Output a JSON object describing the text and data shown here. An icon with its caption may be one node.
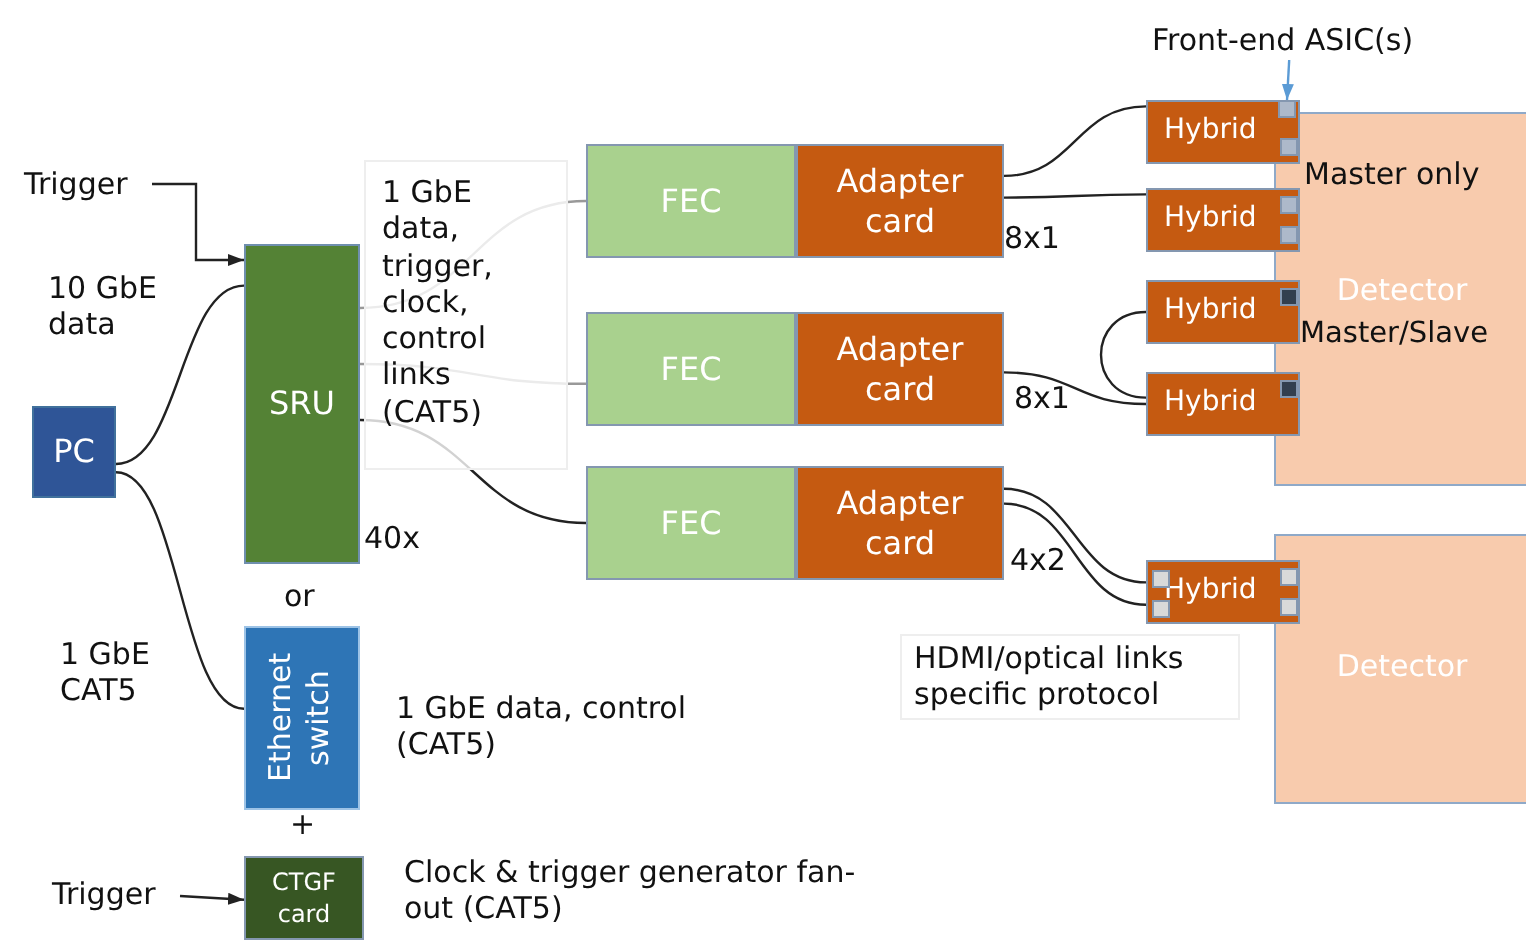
{
  "diagram": {
    "nodes": [
      {
        "text": [
          "PC"
        ]
      },
      {
        "text": [
          "SRU"
        ]
      },
      {
        "text": [
          "Ethernet switch"
        ]
      },
      {
        "text": [
          "CTGF card"
        ]
      },
      {
        "text": [
          "Trigger"
        ]
      },
      {
        "text": [
          "Trigger"
        ]
      },
      {
        "text": [
          "FEC"
        ]
      },
      {
        "text": [
          "Adapter card"
        ]
      },
      {
        "text": [
          "FEC"
        ]
      },
      {
        "text": [
          "Adapter card"
        ]
      },
      {
        "text": [
          "FEC"
        ]
      },
      {
        "text": [
          "Adapter card"
        ]
      },
      {
        "text": [
          "Master only",
          "Detector",
          "Master/Slave"
        ]
      },
      {
        "text": [
          "Hybrid"
        ]
      },
      {
        "text": [
          "Hybrid"
        ]
      },
      {
        "text": [
          "Hybrid"
        ]
      },
      {
        "text": [
          "Hybrid"
        ]
      },
      {
        "text": [
          "Detector"
        ]
      },
      {
        "text": [
          "Hybrid"
        ]
      },
      {
        "text": [
          "Front-end ASIC(s)"
        ]
      },
      {
        "text": [],
        "shape": "box",
        "in": 13
      }
    ],
    "edges": [
      {
        "from": 0,
        "to": 1,
        "arrow": "none"
      },
      {
        "from": 0,
        "to": 2,
        "arrow": "none"
      },
      {
        "from": 4,
        "to": 1,
        "arrow": "to"
      },
      {
        "from": 1,
        "to": 6,
        "arrow": "none",
        "color": "#999999"
      },
      {
        "from": 1,
        "to": 8,
        "arrow": "none",
        "color": "#999999"
      },
      {
        "from": 1,
        "to": 10,
        "arrow": "none"
      },
      {
        "from": 7,
        "to": 13,
        "arrow": "none"
      },
      {
        "from": 7,
        "to": 14,
        "arrow": "none"
      },
      {
        "from": 9,
        "to": 16,
        "arrow": "none"
      },
      {
        "from": 15,
        "to": 16,
        "arrow": "none"
      },
      {
        "from": 11,
        "to": 18,
        "arrow": "none"
      },
      {
        "from": 11,
        "to": 18,
        "arrow": "none"
      },
      {
        "from": 19,
        "to": 20,
        "arrow": "to",
        "color": "#5b9bd5"
      },
      {
        "from": 5,
        "to": 3,
        "arrow": "to"
      }
    ],
    "labels": [
      "10 GbE data",
      "1 GbE data, trigger, clock, control links (CAT5)",
      "40x",
      "8x1",
      "8x1",
      "4x2",
      "or",
      "1 GbE CAT5",
      "HDMI/optical links specific protocol",
      "1 GbE data, control (CAT5)",
      "+",
      "Clock & trigger generator fan-out (CAT5)"
    ]
  }
}
